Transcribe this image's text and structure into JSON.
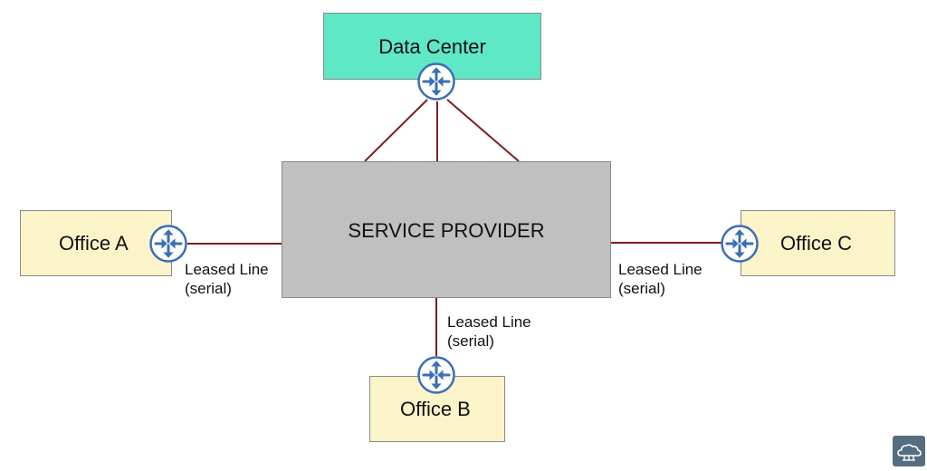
{
  "nodes": {
    "data_center": "Data Center",
    "service_provider": "SERVICE PROVIDER",
    "office_a": "Office A",
    "office_b": "Office B",
    "office_c": "Office C"
  },
  "links": {
    "a": {
      "line1": "Leased Line",
      "line2": "(serial)"
    },
    "b": {
      "line1": "Leased Line",
      "line2": "(serial)"
    },
    "c": {
      "line1": "Leased Line",
      "line2": "(serial)"
    }
  },
  "icons": {
    "router": "router-icon",
    "logo": "cloud-network-logo-icon"
  },
  "colors": {
    "data_center": "#5ee8c6",
    "service_provider": "#c0c0c0",
    "office": "#fbf4c8",
    "link": "#7a1f1f",
    "router": "#3a6fb7"
  }
}
